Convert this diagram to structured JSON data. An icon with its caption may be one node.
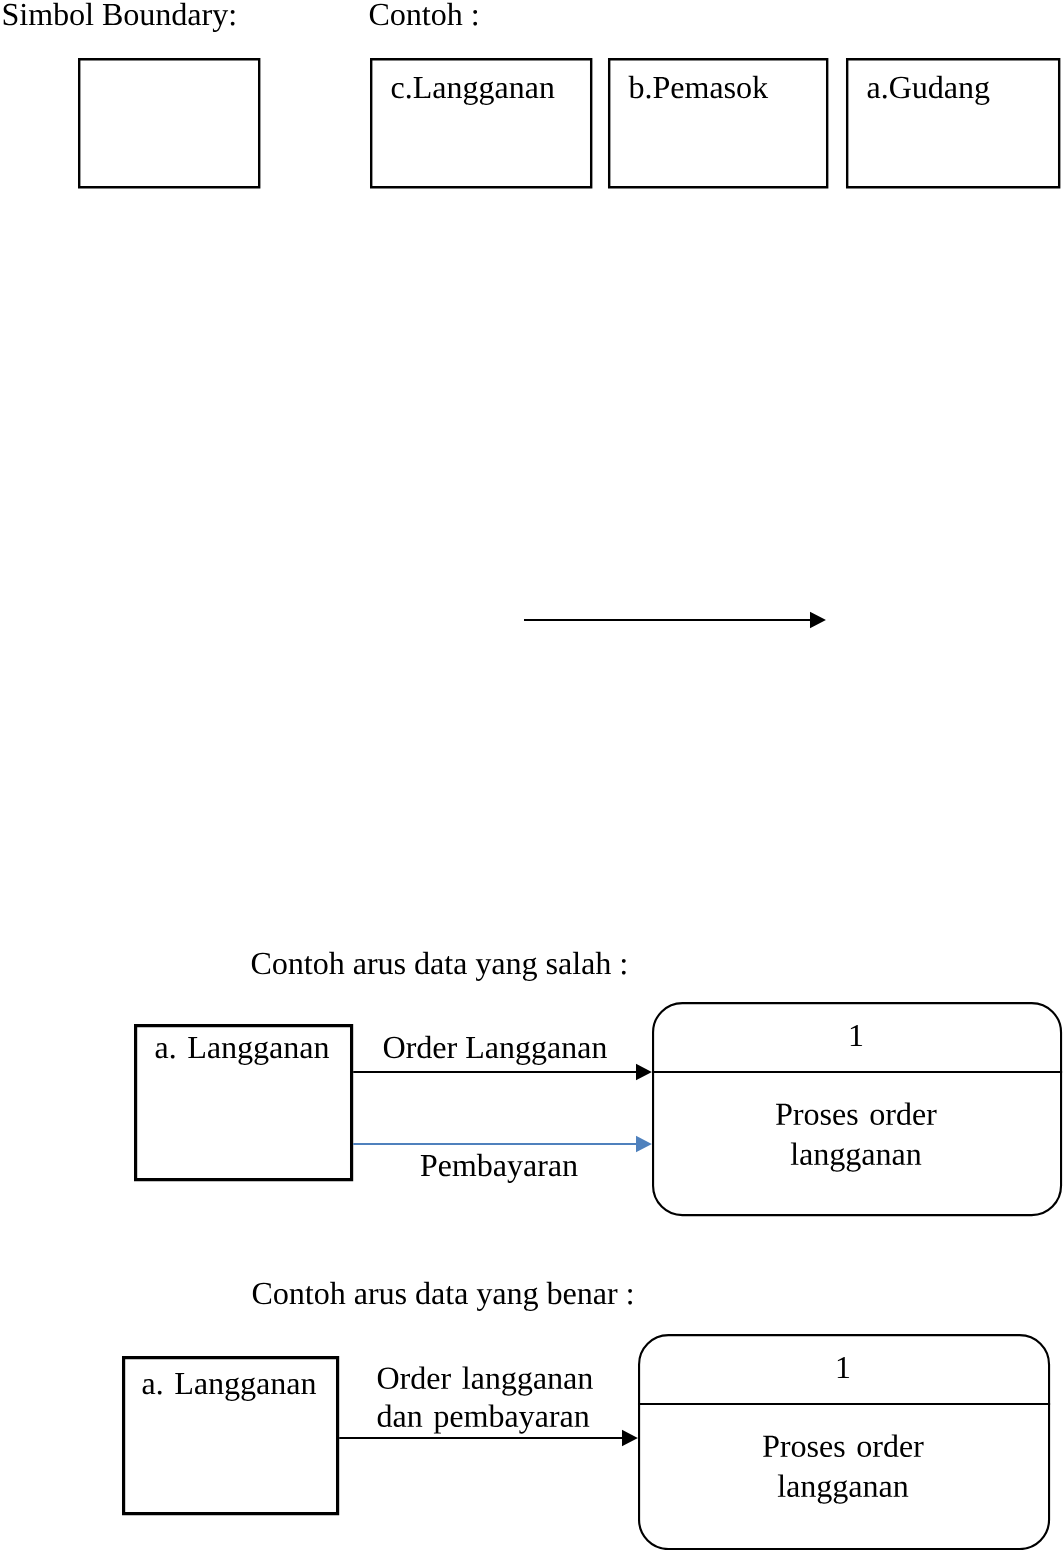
{
  "diagram": {
    "nodes": [
      {
        "text": [],
        "shape": "box"
      },
      {
        "text": [
          "c.Langganan"
        ]
      },
      {
        "text": [
          "b.Pemasok"
        ]
      },
      {
        "text": [
          "a.Gudang"
        ]
      },
      {
        "text": [
          "a. Langganan"
        ]
      },
      {
        "text": [
          "1",
          "Proses order langganan"
        ]
      },
      {
        "text": [
          "a. Langganan"
        ]
      },
      {
        "text": [
          "1",
          "Proses order langganan"
        ]
      }
    ],
    "edges": [
      {
        "from": 4,
        "to": 5,
        "arrow": "to",
        "label": "Order Langganan"
      },
      {
        "from": 4,
        "to": 5,
        "arrow": "to",
        "label": "Pembayaran",
        "color": "#4f81bd"
      },
      {
        "from": 6,
        "to": 7,
        "arrow": "to",
        "label": "Order langganan dan pembayaran"
      }
    ],
    "labels": [
      "Simbol Boundary:",
      "Contoh :",
      "Contoh arus data yang salah :",
      "Contoh arus data yang benar :"
    ]
  }
}
